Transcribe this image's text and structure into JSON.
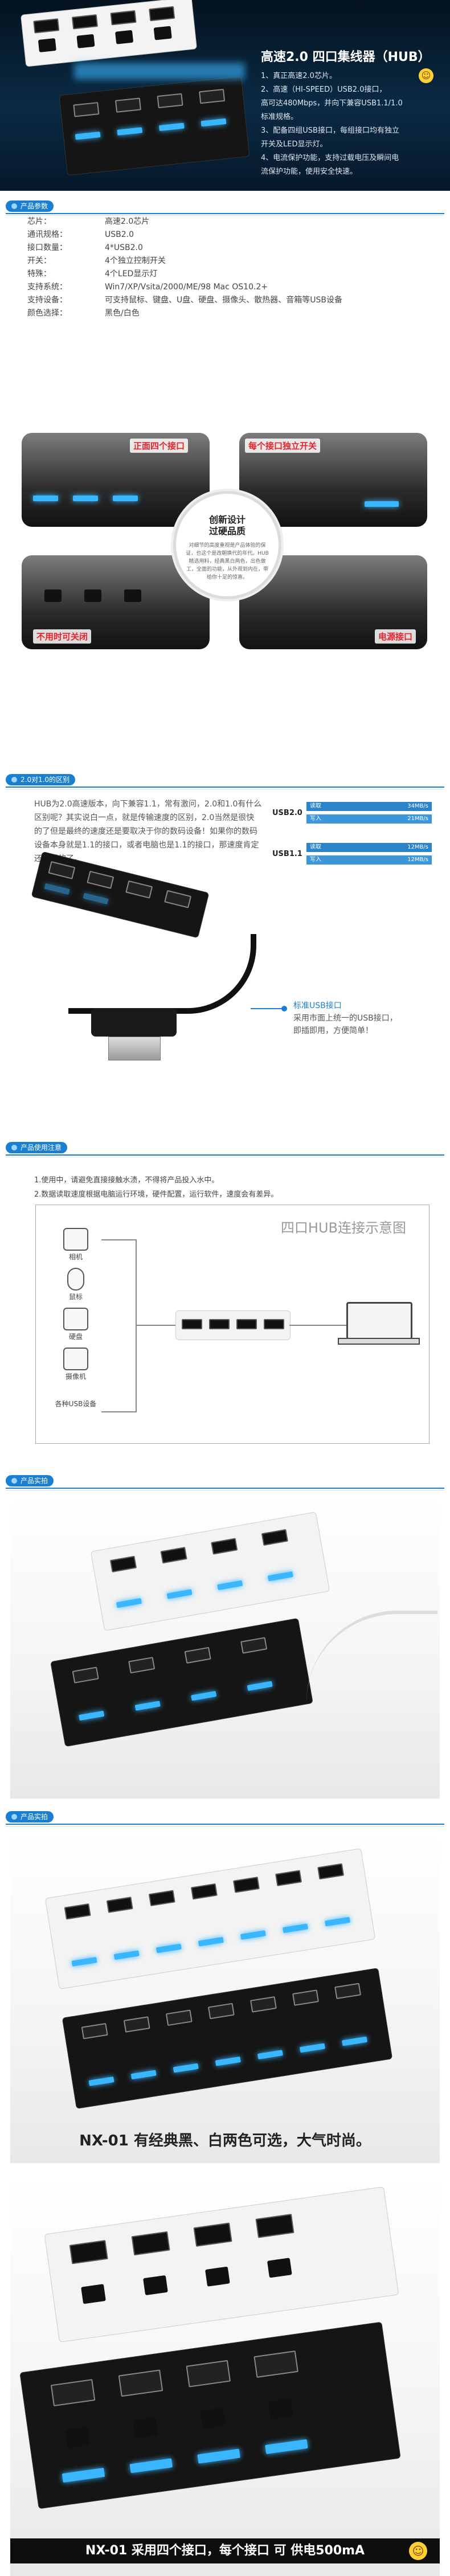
{
  "hero": {
    "title": "高速2.0 四口集线器（HUB）",
    "points": [
      "1、真正高速2.0芯片。",
      "2、高速（HI-SPEED）USB2.0接口，",
      "高可达480Mbps，并向下兼容USB1.1/1.0",
      "标准规格。",
      "3、配备四组USB接口，每组接口均有独立",
      "开关及LED显示灯。",
      "4、电流保护功能，支持过载电压及瞬间电",
      "流保护功能，使用安全快速。"
    ]
  },
  "sections": {
    "params": "产品参数",
    "compare": "2.0对1.0的区别",
    "usage": "产品使用注意",
    "photo1": "产品实拍",
    "photo2": "产品实拍"
  },
  "params": [
    {
      "k": "芯片：",
      "v": "高速2.0芯片"
    },
    {
      "k": "通讯规格：",
      "v": "USB2.0"
    },
    {
      "k": "接口数量：",
      "v": "4*USB2.0"
    },
    {
      "k": "开关：",
      "v": "4个独立控制开关"
    },
    {
      "k": "特殊：",
      "v": "4个LED显示灯"
    },
    {
      "k": "支持系统：",
      "v": "Win7/XP/Vsita/2000/ME/98   Mac OS10.2+"
    },
    {
      "k": "支持设备：",
      "v": "可支持鼠标、键盘、U盘、硬盘、摄像头、散热器、音箱等USB设备"
    },
    {
      "k": "颜色选择：",
      "v": "黑色/白色"
    }
  ],
  "features": {
    "tl": "正面四个接口",
    "tr": "每个接口独立开关",
    "bl": "不用时可关闭",
    "br": "电源接口",
    "center_title": "创新设计",
    "center_title2": "过硬品质",
    "center_text": "对细节的高度重视是产品体验的保证，也这个是改朝换代的年代。HUB精选用料，经典黑白两色，出色做工，全面的功能，从外观到内在，带给你十足的惊喜。"
  },
  "compare": {
    "text": "HUB为2.0高速版本，向下兼容1.1，常有激问，2.0和1.0有什么区别呢？其实说白一点，就是传输速度的区别，2.0当然是很快的了但是最终的速度还是要取决于你的数码设备！如果你的数码设备本身就是1.1的接口，或者电脑也是1.1的接口，那速度肯定还是慢的了。",
    "usb20": "USB2.0",
    "usb11": "USB1.1",
    "read": "读取",
    "write": "写入",
    "r20": "34MB/s",
    "w20": "21MB/s",
    "r11": "12MB/s",
    "w11": "12MB/s",
    "std_title": "标准USB接口",
    "std_text1": "采用市面上统一的USB接口，",
    "std_text2": "即插即用，方便简单！"
  },
  "usage": {
    "line1": "1.使用中，请避免直接接触水渍，不得将产品投入水中。",
    "line2": "2.数据读取速度根据电脑运行环境，硬件配置，运行软件，速度会有差异。",
    "diagram_title": "四口HUB连接示意图",
    "devices": [
      "相机",
      "鼠标",
      "硬盘",
      "摄像机",
      "各种USB设备"
    ]
  },
  "captions": {
    "c1": "NX-01 有经典黑、白两色可选，大气时尚。",
    "c2": "NX-01 采用四个接口，每个接口 可 供电500mA"
  }
}
